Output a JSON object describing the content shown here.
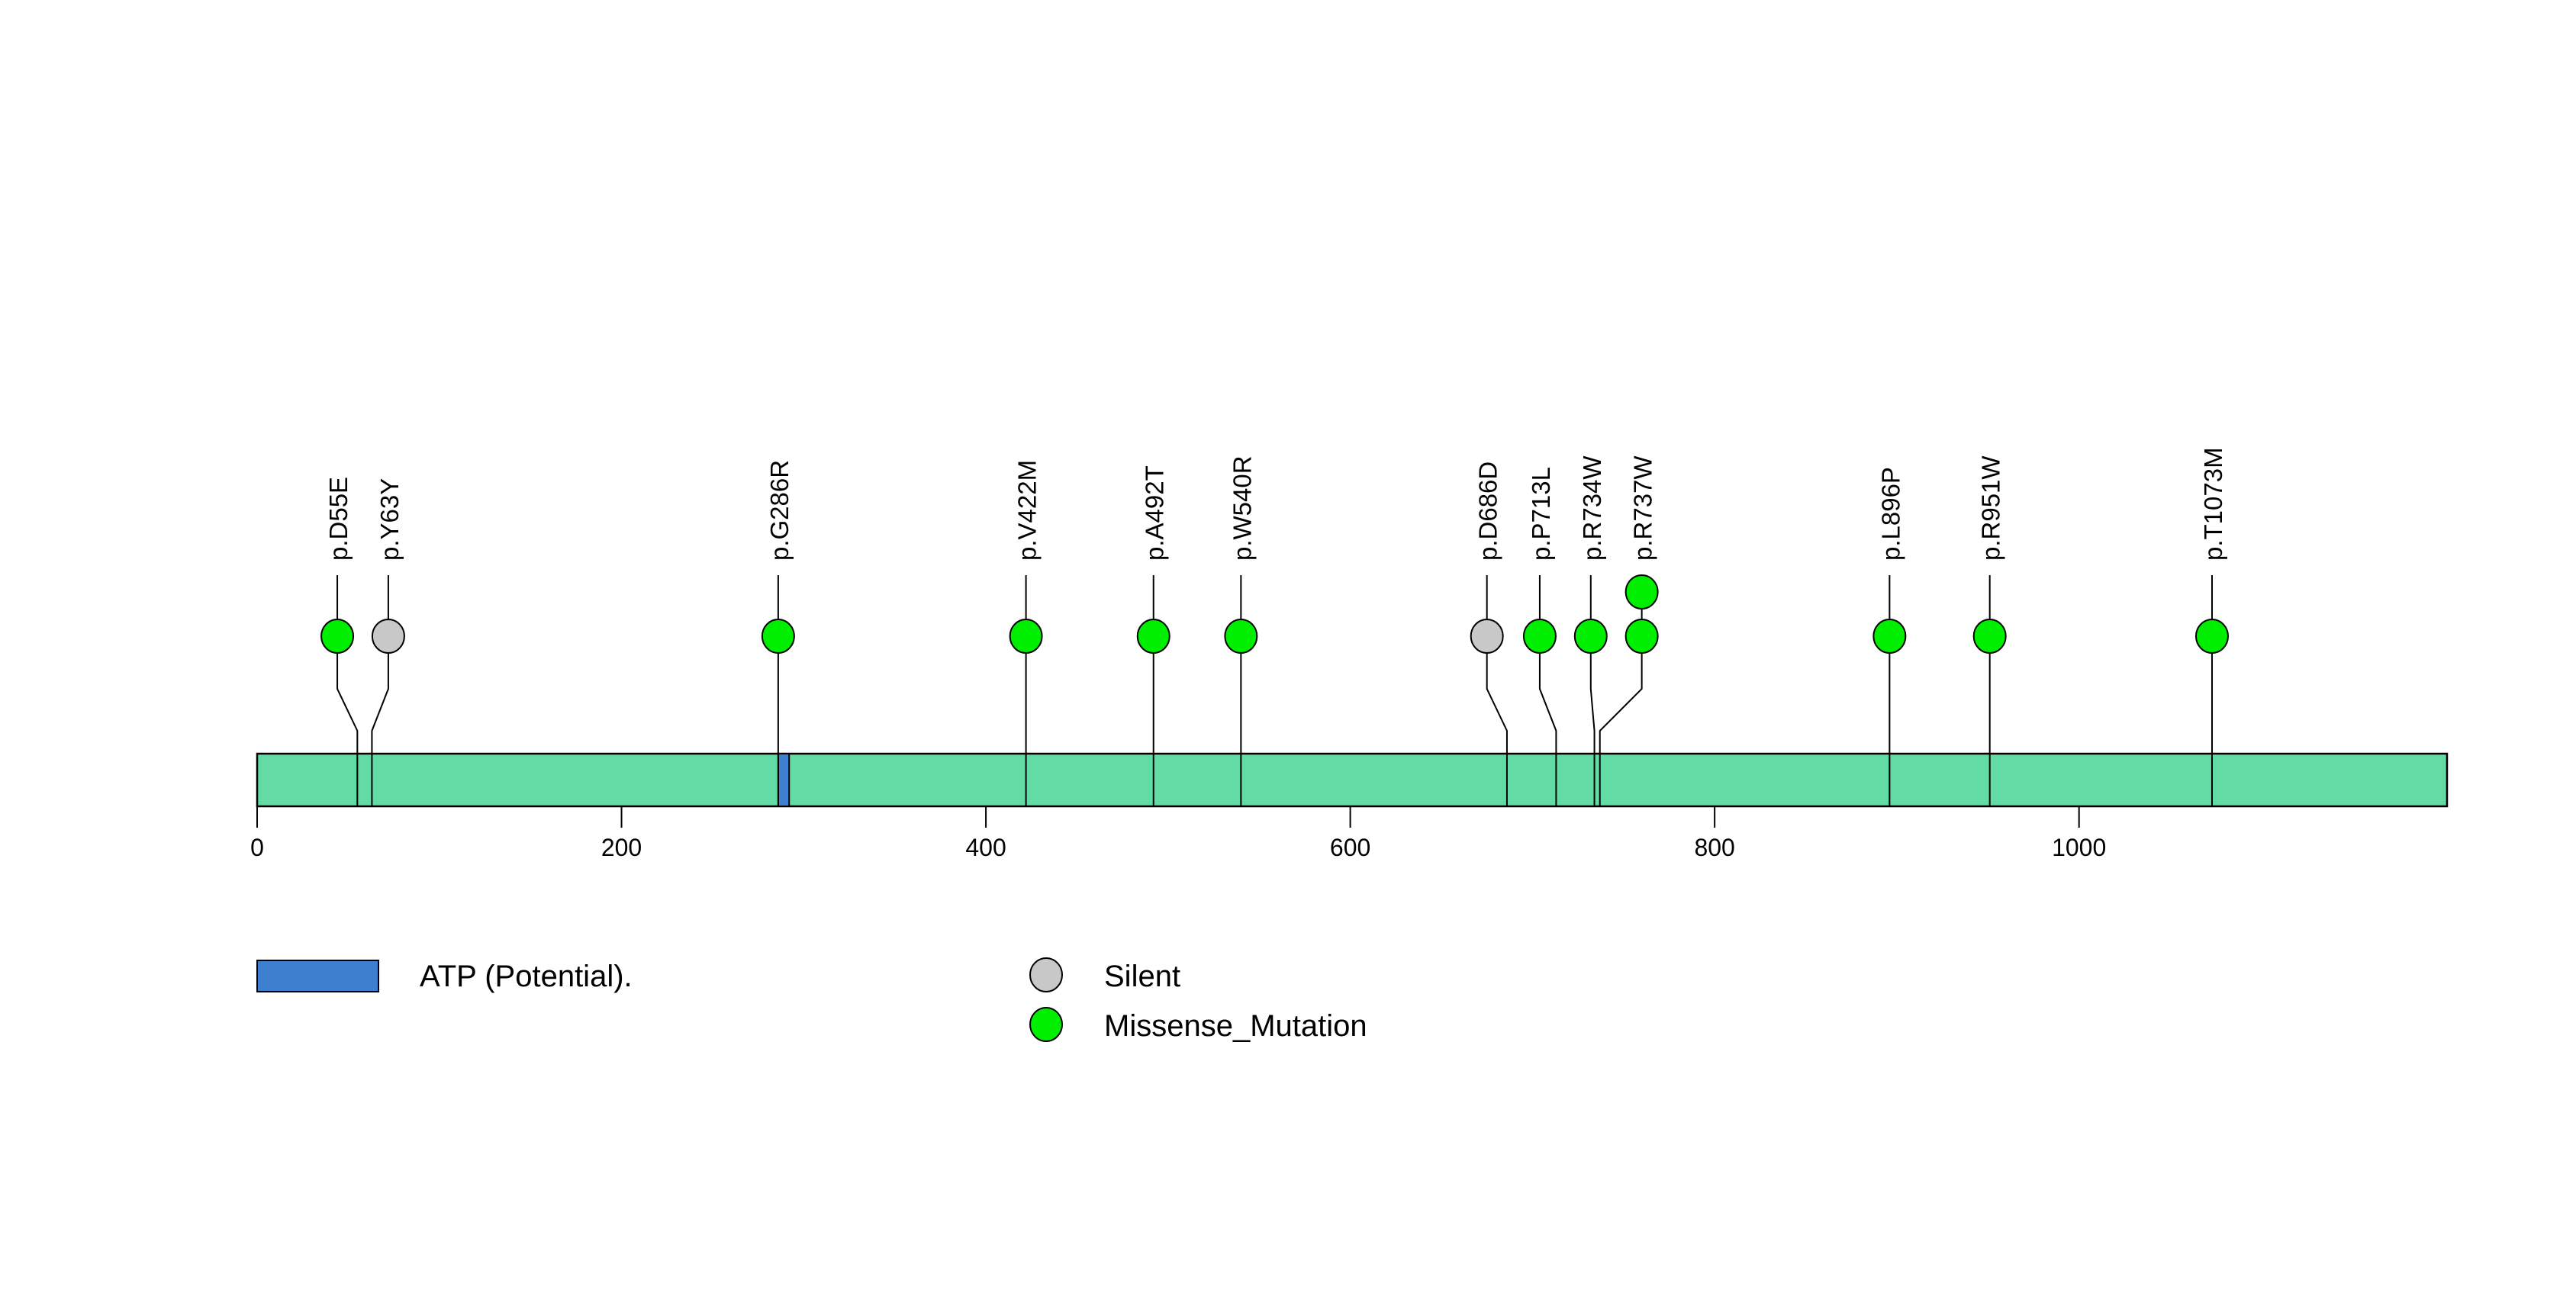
{
  "figure": {
    "background": "#ffffff"
  },
  "chart_data": {
    "type": "lollipop",
    "title": "",
    "xlabel": "",
    "ylabel": "",
    "protein_length": 1202,
    "axis_ticks": [
      0,
      200,
      400,
      600,
      800,
      1000
    ],
    "grid": false,
    "bar_color": "#63DBA4",
    "bar_border_color": "#000000",
    "domains": [
      {
        "name": "ATP (Potential).",
        "start": 286,
        "end": 292,
        "color": "#3E80CF"
      }
    ],
    "mutation_classes": [
      {
        "name": "Silent",
        "color": "#C8C8C8"
      },
      {
        "name": "Missense_Mutation",
        "color": "#00EE00"
      }
    ],
    "mutations": [
      {
        "label": "p.D55E",
        "pos": 55,
        "label_pos": 44,
        "count": 1,
        "class": "Missense_Mutation"
      },
      {
        "label": "p.Y63Y",
        "pos": 63,
        "label_pos": 72,
        "count": 1,
        "class": "Silent"
      },
      {
        "label": "p.G286R",
        "pos": 286,
        "label_pos": 286,
        "count": 1,
        "class": "Missense_Mutation"
      },
      {
        "label": "p.V422M",
        "pos": 422,
        "label_pos": 422,
        "count": 1,
        "class": "Missense_Mutation"
      },
      {
        "label": "p.A492T",
        "pos": 492,
        "label_pos": 492,
        "count": 1,
        "class": "Missense_Mutation"
      },
      {
        "label": "p.W540R",
        "pos": 540,
        "label_pos": 540,
        "count": 1,
        "class": "Missense_Mutation"
      },
      {
        "label": "p.D686D",
        "pos": 686,
        "label_pos": 675,
        "count": 1,
        "class": "Silent"
      },
      {
        "label": "p.P713L",
        "pos": 713,
        "label_pos": 704,
        "count": 1,
        "class": "Missense_Mutation"
      },
      {
        "label": "p.R734W",
        "pos": 734,
        "label_pos": 732,
        "count": 1,
        "class": "Missense_Mutation"
      },
      {
        "label": "p.R737W",
        "pos": 737,
        "label_pos": 760,
        "count": 2,
        "class": "Missense_Mutation"
      },
      {
        "label": "p.L896P",
        "pos": 896,
        "label_pos": 896,
        "count": 1,
        "class": "Missense_Mutation"
      },
      {
        "label": "p.R951W",
        "pos": 951,
        "label_pos": 951,
        "count": 1,
        "class": "Missense_Mutation"
      },
      {
        "label": "p.T1073M",
        "pos": 1073,
        "label_pos": 1073,
        "count": 1,
        "class": "Missense_Mutation"
      }
    ],
    "legend": {
      "domain_label": "ATP (Potential).",
      "items": [
        {
          "label": "Silent",
          "color": "#C8C8C8"
        },
        {
          "label": "Missense_Mutation",
          "color": "#00EE00"
        }
      ]
    }
  }
}
